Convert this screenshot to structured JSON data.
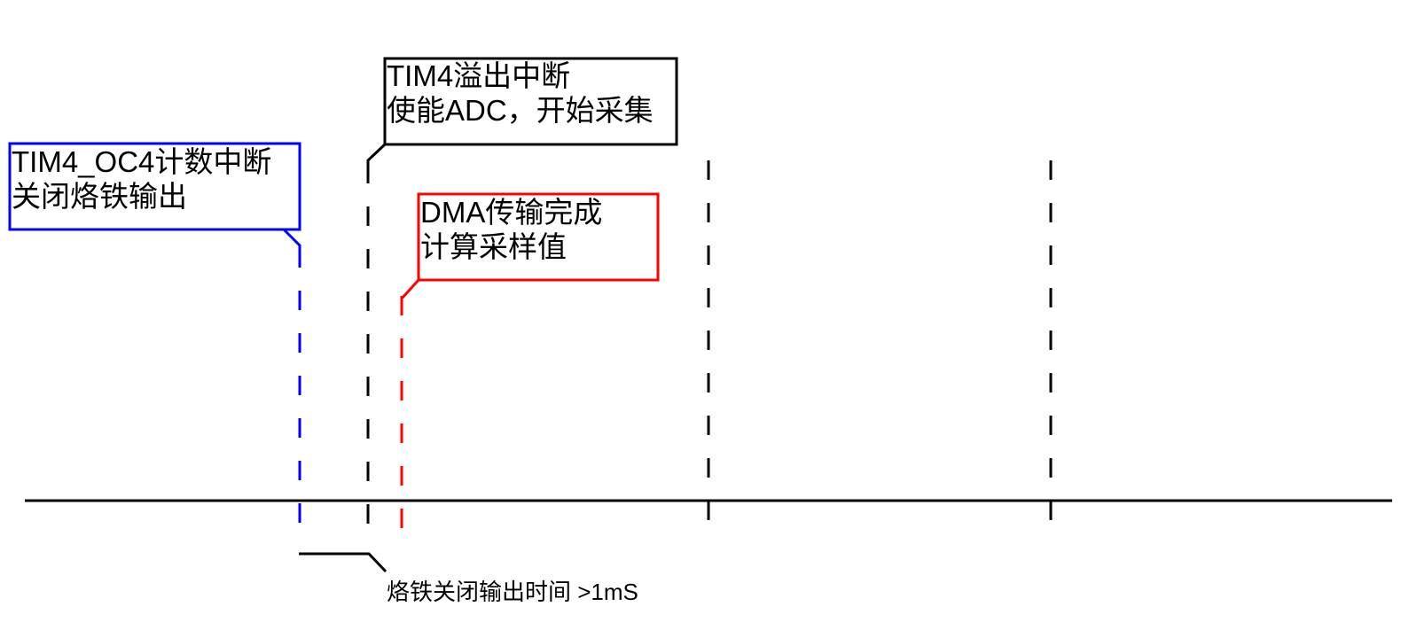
{
  "colors": {
    "background": "#ffffff",
    "black": "#000000",
    "blue": "#0000ff",
    "red": "#ff0000"
  },
  "callouts": {
    "oc4_interrupt": {
      "color": "#0000ff",
      "lines": [
        "TIM4_OC4计数中断",
        "关闭烙铁输出"
      ]
    },
    "overflow_interrupt": {
      "color": "#000000",
      "lines": [
        "TIM4溢出中断",
        "使能ADC，开始采集"
      ]
    },
    "dma_complete": {
      "color": "#ff0000",
      "lines": [
        "DMA传输完成",
        "计算采样值"
      ]
    }
  },
  "duration_label": "烙铁关闭输出时间 >1mS"
}
